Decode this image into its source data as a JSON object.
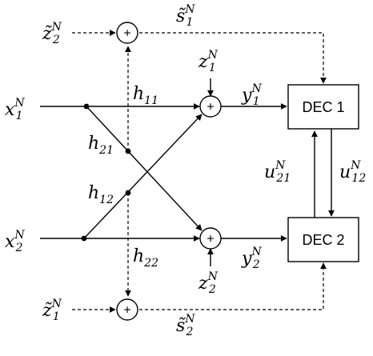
{
  "inputs": {
    "x1": {
      "base": "x",
      "sub": "1",
      "sup": "N"
    },
    "x2": {
      "base": "x",
      "sub": "2",
      "sup": "N"
    }
  },
  "channel_gains": {
    "h11": {
      "base": "h",
      "sub": "11"
    },
    "h21": {
      "base": "h",
      "sub": "21"
    },
    "h12": {
      "base": "h",
      "sub": "12"
    },
    "h22": {
      "base": "h",
      "sub": "22"
    }
  },
  "noise": {
    "z1": {
      "base": "z",
      "sub": "1",
      "sup": "N"
    },
    "z2": {
      "base": "z",
      "sub": "2",
      "sup": "N"
    },
    "z2_tilde": {
      "base": "z̃",
      "sub": "2",
      "sup": "N"
    },
    "z1_tilde": {
      "base": "z̃",
      "sub": "1",
      "sup": "N"
    }
  },
  "outputs": {
    "y1": {
      "base": "y",
      "sub": "1",
      "sup": "N"
    },
    "y2": {
      "base": "y",
      "sub": "2",
      "sup": "N"
    },
    "s1": {
      "base": "s̃",
      "sub": "1",
      "sup": "N"
    },
    "s2": {
      "base": "s̃",
      "sub": "2",
      "sup": "N"
    }
  },
  "messages": {
    "u21": {
      "base": "u",
      "sub": "21",
      "sup": "N"
    },
    "u12": {
      "base": "u",
      "sub": "12",
      "sup": "N"
    }
  },
  "decoders": {
    "dec1": "DEC 1",
    "dec2": "DEC 2"
  },
  "adder_symbol": "+"
}
